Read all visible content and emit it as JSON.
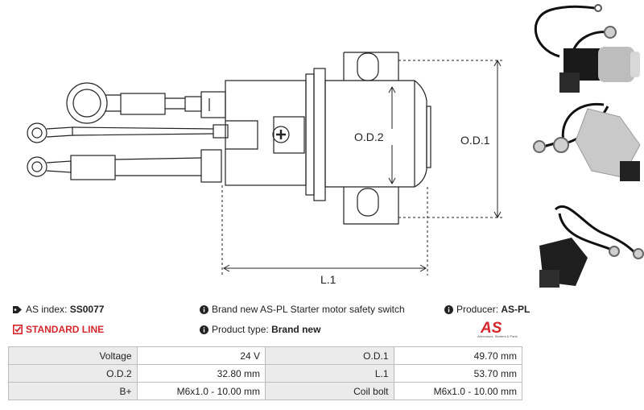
{
  "drawing": {
    "dim_od2": "O.D.2",
    "dim_od1": "O.D.1",
    "dim_l1": "L.1"
  },
  "info": {
    "as_index_label": "AS index:",
    "as_index_value": "SS0077",
    "description": "Brand new AS-PL Starter motor safety switch",
    "producer_label": "Producer:",
    "producer_value": "AS-PL",
    "line": "STANDARD LINE",
    "product_type_label": "Product type:",
    "product_type_value": "Brand new"
  },
  "logo": {
    "mark": "AS",
    "tagline": "Alternators, Starters & Parts"
  },
  "spec_table": {
    "rows": [
      {
        "l1": "Voltage",
        "v1": "24 V",
        "l2": "O.D.1",
        "v2": "49.70 mm"
      },
      {
        "l1": "O.D.2",
        "v1": "32.80 mm",
        "l2": "L.1",
        "v2": "53.70 mm"
      },
      {
        "l1": "B+",
        "v1": "M6x1.0 - 10.00 mm",
        "l2": "Coil bolt",
        "v2": "M6x1.0 - 10.00 mm"
      }
    ]
  },
  "colors": {
    "accent_red": "#d6262c",
    "label_bg": "#ebebeb",
    "border": "#bdbdbd"
  }
}
